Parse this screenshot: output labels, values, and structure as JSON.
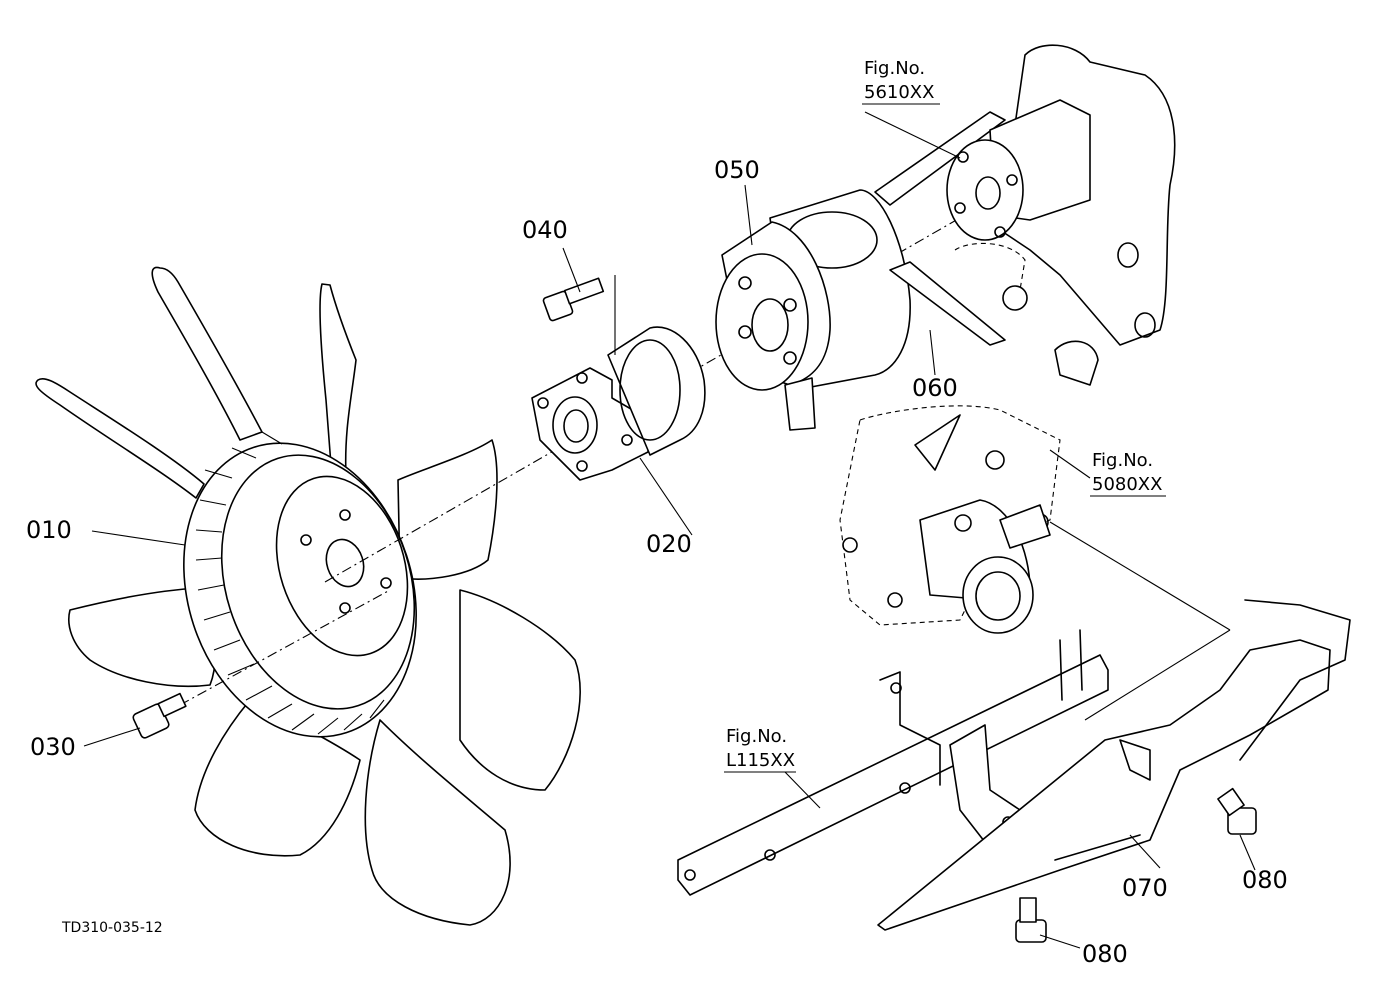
{
  "diagram": {
    "callouts": [
      "010",
      "020",
      "030",
      "040",
      "050",
      "060",
      "070",
      "080",
      "080"
    ],
    "figure_refs": [
      {
        "label": "Fig.No.",
        "number": "5610XX"
      },
      {
        "label": "Fig.No.",
        "number": "5080XX"
      },
      {
        "label": "Fig.No.",
        "number": "L115XX"
      }
    ],
    "drawing_code": "TD310-035-12"
  }
}
